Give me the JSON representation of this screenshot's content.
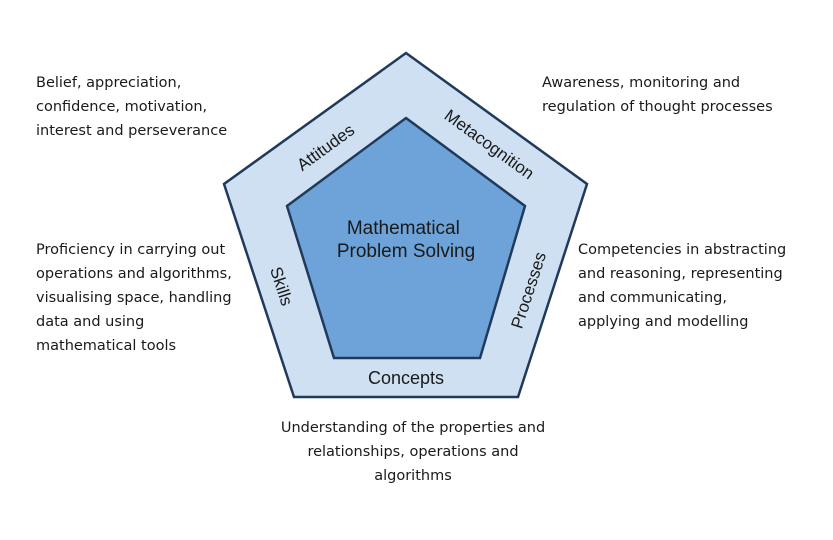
{
  "center": {
    "title_lines": [
      "Mathematical",
      "Problem Solving"
    ]
  },
  "components": {
    "attitudes": {
      "label": "Attitudes",
      "description_lines": [
        "Belief, appreciation,",
        "confidence, motivation,",
        "interest and perseverance"
      ]
    },
    "metacognition": {
      "label": "Metacognition",
      "description_lines": [
        "Awareness, monitoring and",
        "regulation of thought processes"
      ]
    },
    "processes": {
      "label": "Processes",
      "description_lines": [
        "Competencies in abstracting",
        "and reasoning, representing",
        "and communicating,",
        "applying and modelling"
      ]
    },
    "concepts": {
      "label": "Concepts",
      "description_lines": [
        "Understanding of the properties and",
        "relationships, operations and",
        "algorithms"
      ]
    },
    "skills": {
      "label": "Skills",
      "description_lines": [
        "Proficiency in carrying out",
        "operations and algorithms,",
        "visualising space, handling",
        "data and using",
        "mathematical tools"
      ]
    }
  },
  "colors": {
    "outer_fill": "#cfe0f2",
    "inner_fill": "#6ea3d9",
    "stroke": "#1f3a5a",
    "text": "#1a1a1a"
  }
}
